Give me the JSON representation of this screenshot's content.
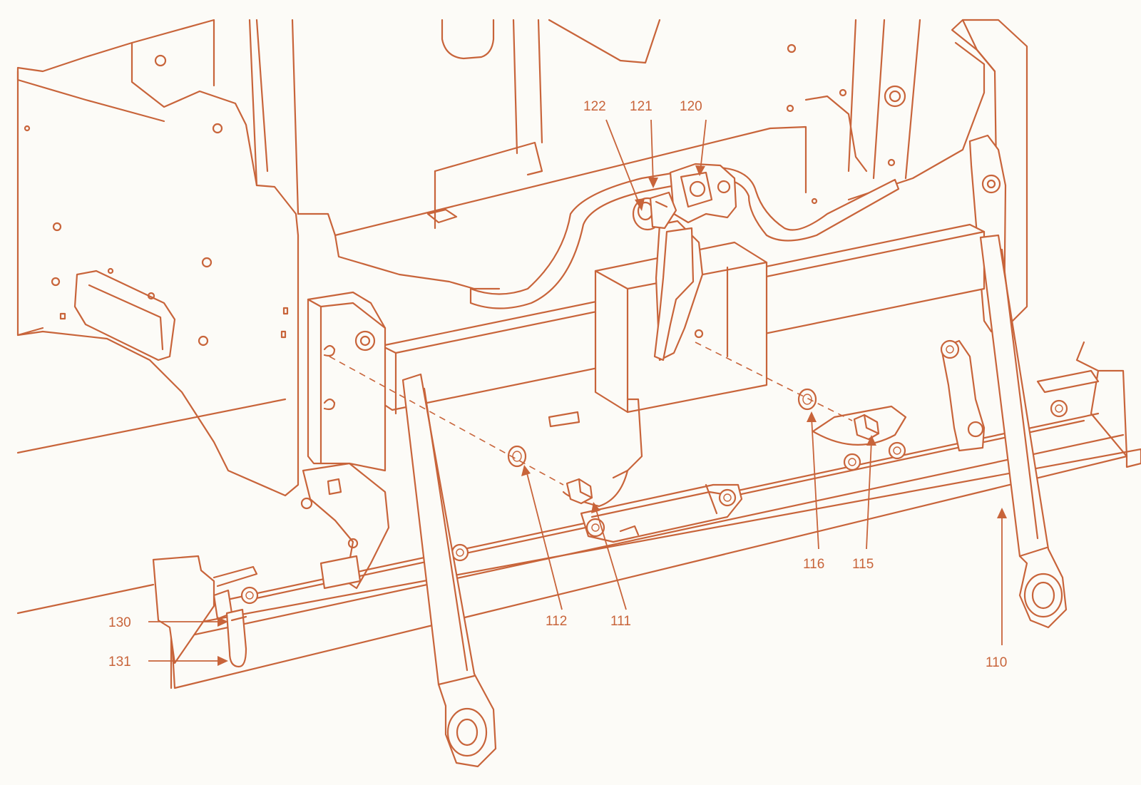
{
  "colors": {
    "line": "#c8643a",
    "background": "#fcfbf7"
  },
  "callouts": [
    {
      "id": "c122",
      "label": "122"
    },
    {
      "id": "c121",
      "label": "121"
    },
    {
      "id": "c120",
      "label": "120"
    },
    {
      "id": "c116",
      "label": "116"
    },
    {
      "id": "c115",
      "label": "115"
    },
    {
      "id": "c112",
      "label": "112"
    },
    {
      "id": "c111",
      "label": "111"
    },
    {
      "id": "c130",
      "label": "130"
    },
    {
      "id": "c131",
      "label": "131"
    },
    {
      "id": "c110",
      "label": "110"
    }
  ]
}
